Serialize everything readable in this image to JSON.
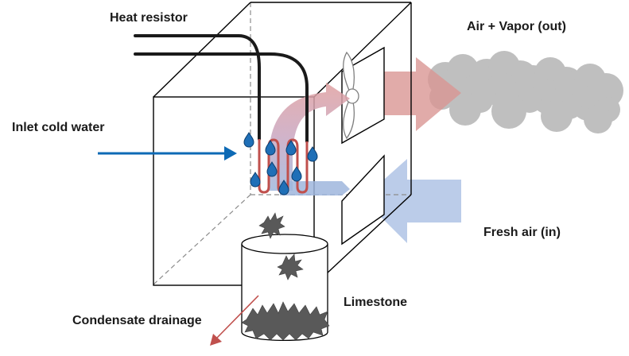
{
  "labels": {
    "heat_resistor": "Heat resistor",
    "air_vapor_out": "Air + Vapor (out)",
    "inlet_cold_water": "Inlet cold water",
    "fresh_air_in": "Fresh air (in)",
    "limestone": "Limestone",
    "condensate_drainage": "Condensate drainage"
  },
  "colors": {
    "outline": "#000000",
    "dashed": "#8c8c8c",
    "cable": "#1a1a1a",
    "coil": "#c0504d",
    "water_drop": "#1f6fb7",
    "inlet_arrow": "#0d6ab5",
    "out_arrow": "#d99694",
    "in_arrow": "#b4c7e7",
    "vapor_cloud": "#bfbfbf",
    "limestone": "#595959",
    "drain_arrow": "#c0504d"
  },
  "icons": [
    "fan-icon",
    "water-drop-icon",
    "cloud-icon",
    "limestone-icon"
  ]
}
